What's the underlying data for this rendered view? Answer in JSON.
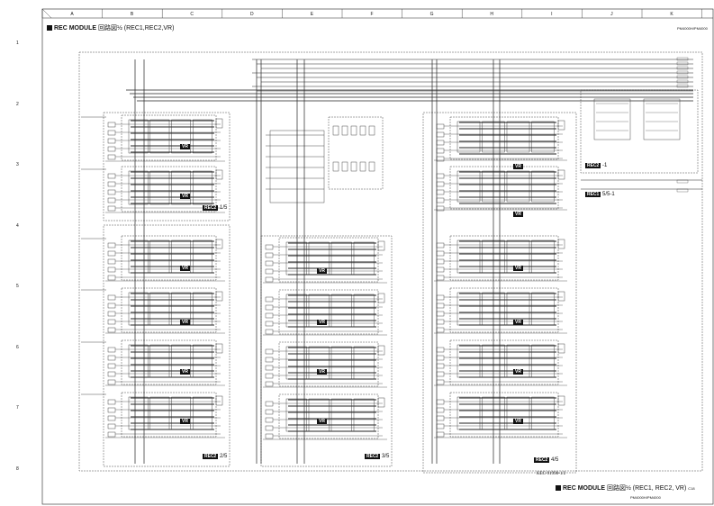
{
  "header": {
    "title": "REC MODULE",
    "title_sub": "回路図½ (REC1,REC2,VR)",
    "model": "PM4000H/PM4000"
  },
  "grid": {
    "columns": [
      "A",
      "B",
      "C",
      "D",
      "E",
      "F",
      "G",
      "H",
      "I",
      "J",
      "K"
    ],
    "rows": [
      "1",
      "2",
      "3",
      "4",
      "5",
      "6",
      "7",
      "8"
    ]
  },
  "blocks": {
    "rec2_1": {
      "badge": "REC2",
      "part": "1/5"
    },
    "rec2_2": {
      "badge": "REC2",
      "part": "2/5"
    },
    "rec2_3": {
      "badge": "REC2",
      "part": "3/5"
    },
    "rec2_4": {
      "badge": "REC2",
      "part": "4/5"
    },
    "rec2_5": {
      "badge": "REC2",
      "part": "-1"
    },
    "rec1_5": {
      "badge": "REC1",
      "part": "5/5-1"
    },
    "vr": "VR"
  },
  "footer": {
    "code": "KEC-91998-1/2",
    "title": "REC MODULE",
    "title_sub": "回路図½ (REC1, REC2, VR)",
    "page": "C18",
    "model": "PM4000H/PM4000"
  }
}
